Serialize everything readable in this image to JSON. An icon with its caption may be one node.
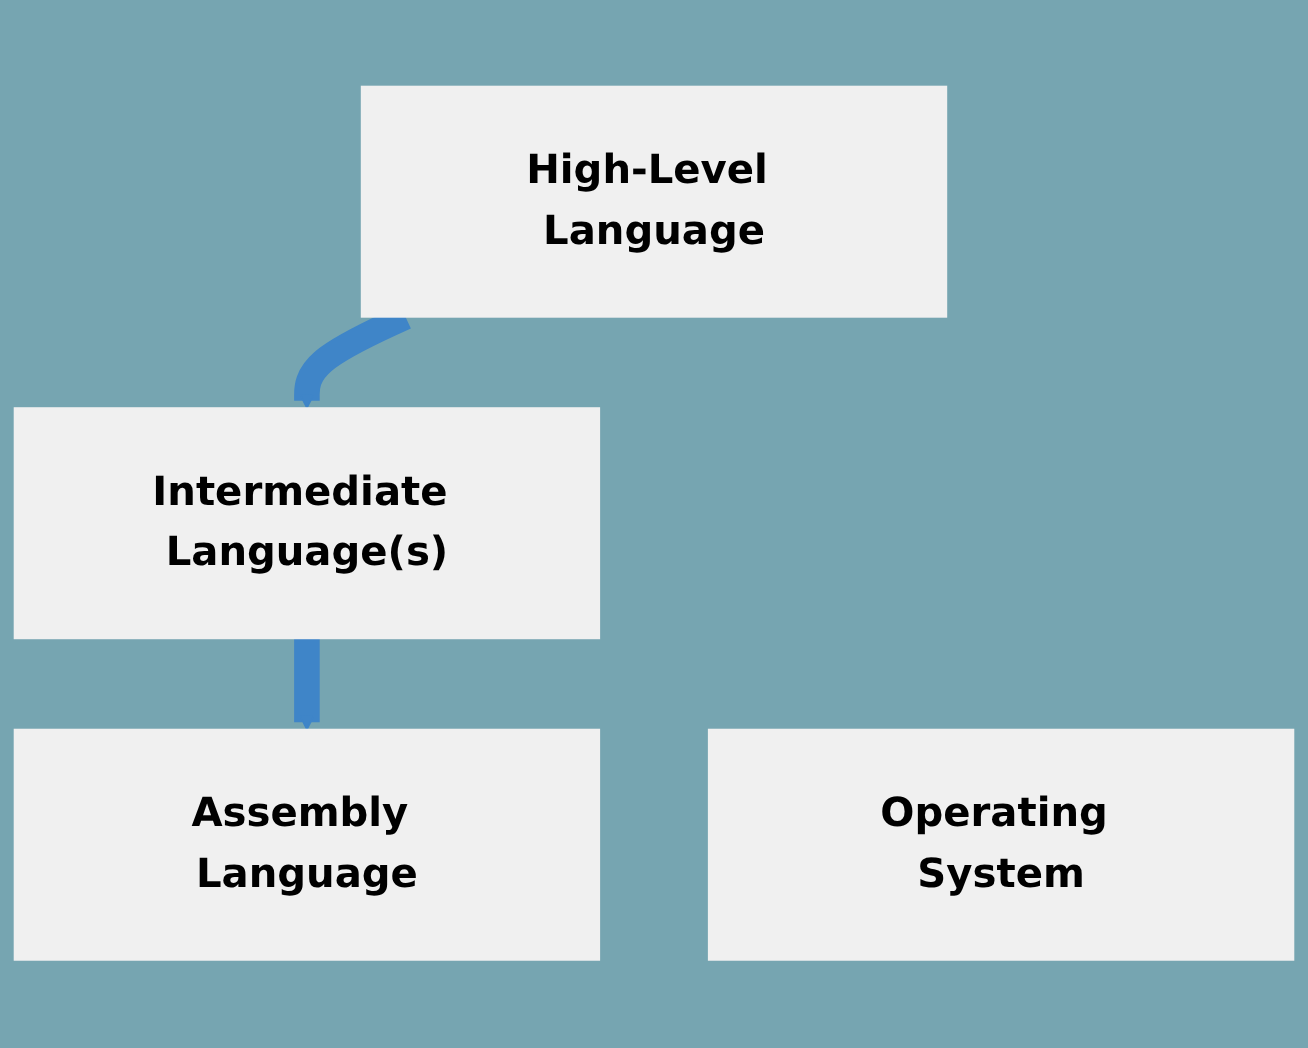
{
  "diagram": {
    "nodes": [
      {
        "text": [
          "High-Level Language"
        ]
      },
      {
        "text": [
          "Intermediate Language(s)"
        ]
      },
      {
        "text": [
          "Assembly Language"
        ]
      },
      {
        "text": [
          "Operating System"
        ]
      }
    ],
    "edges": [
      {
        "from": 0,
        "to": 1,
        "arrow": "to"
      },
      {
        "from": 1,
        "to": 2,
        "arrow": "to"
      }
    ]
  }
}
